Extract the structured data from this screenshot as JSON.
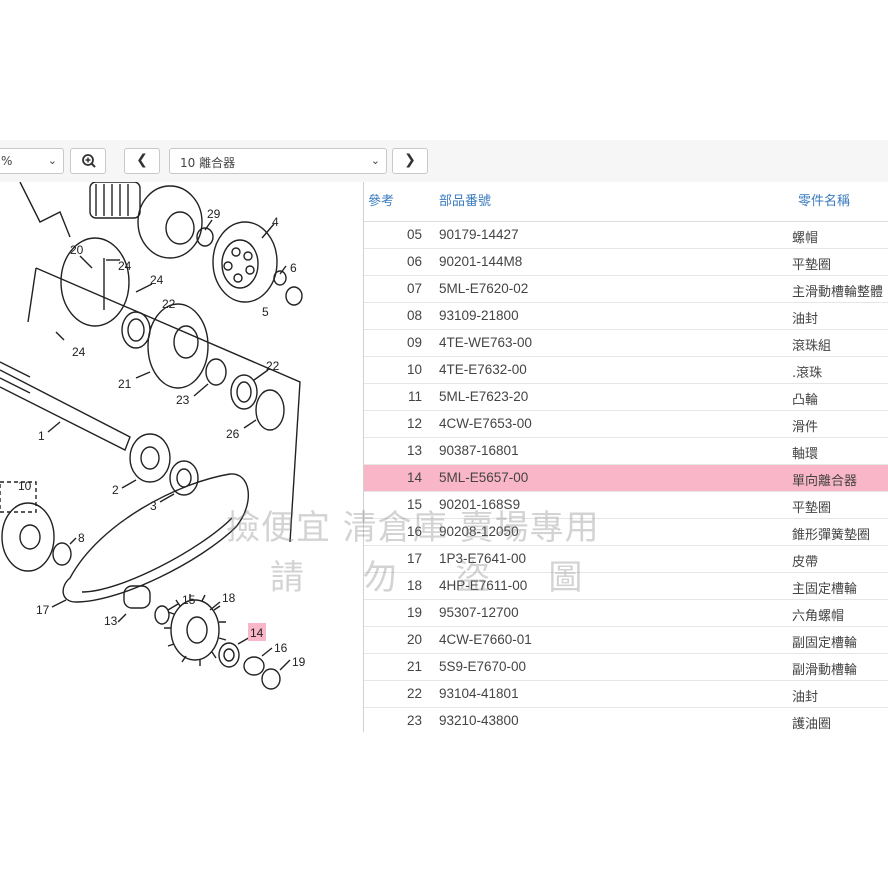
{
  "toolbar": {
    "zoom_value": "%",
    "section_select": "10 離合器"
  },
  "table": {
    "headers": {
      "ref": "參考",
      "part_no": "部品番號",
      "name": "零件名稱"
    },
    "rows": [
      {
        "ref": "05",
        "part_no": "90179-14427",
        "name": "螺帽"
      },
      {
        "ref": "06",
        "part_no": "90201-144M8",
        "name": "平墊圈"
      },
      {
        "ref": "07",
        "part_no": "5ML-E7620-02",
        "name": "主滑動槽輪整體"
      },
      {
        "ref": "08",
        "part_no": "93109-21800",
        "name": "油封"
      },
      {
        "ref": "09",
        "part_no": "4TE-WE763-00",
        "name": "滾珠組"
      },
      {
        "ref": "10",
        "part_no": "4TE-E7632-00",
        "name": ".滾珠"
      },
      {
        "ref": "11",
        "part_no": "5ML-E7623-20",
        "name": "凸輪"
      },
      {
        "ref": "12",
        "part_no": "4CW-E7653-00",
        "name": "滑件"
      },
      {
        "ref": "13",
        "part_no": "90387-16801",
        "name": "軸環"
      },
      {
        "ref": "14",
        "part_no": "5ML-E5657-00",
        "name": "單向離合器",
        "highlighted": true
      },
      {
        "ref": "15",
        "part_no": "90201-168S9",
        "name": "平墊圈"
      },
      {
        "ref": "16",
        "part_no": "90208-12050",
        "name": "錐形彈簧墊圈"
      },
      {
        "ref": "17",
        "part_no": "1P3-E7641-00",
        "name": "皮帶"
      },
      {
        "ref": "18",
        "part_no": "4HP-E7611-00",
        "name": "主固定槽輪"
      },
      {
        "ref": "19",
        "part_no": "95307-12700",
        "name": "六角螺帽"
      },
      {
        "ref": "20",
        "part_no": "4CW-E7660-01",
        "name": "副固定槽輪"
      },
      {
        "ref": "21",
        "part_no": "5S9-E7670-00",
        "name": "副滑動槽輪"
      },
      {
        "ref": "22",
        "part_no": "93104-41801",
        "name": "油封"
      },
      {
        "ref": "23",
        "part_no": "93210-43800",
        "name": "護油圈"
      }
    ]
  },
  "diagram": {
    "labels": [
      {
        "num": "29"
      },
      {
        "num": "4"
      },
      {
        "num": "6"
      },
      {
        "num": "5"
      },
      {
        "num": "20"
      },
      {
        "num": "24"
      },
      {
        "num": "24"
      },
      {
        "num": "22"
      },
      {
        "num": "24"
      },
      {
        "num": "21"
      },
      {
        "num": "23"
      },
      {
        "num": "22"
      },
      {
        "num": "26"
      },
      {
        "num": "1"
      },
      {
        "num": "2"
      },
      {
        "num": "3"
      },
      {
        "num": "10"
      },
      {
        "num": "8"
      },
      {
        "num": "17"
      },
      {
        "num": "13"
      },
      {
        "num": "15"
      },
      {
        "num": "18"
      },
      {
        "num": "14",
        "highlighted": true
      },
      {
        "num": "16"
      },
      {
        "num": "19"
      }
    ]
  },
  "watermark": {
    "line1": "撿便宜 清倉庫 賣場專用",
    "line2": "請 勿 盜 圖"
  },
  "colors": {
    "highlight_row": "#f9b6c8",
    "header_text": "#3a7bbf"
  }
}
